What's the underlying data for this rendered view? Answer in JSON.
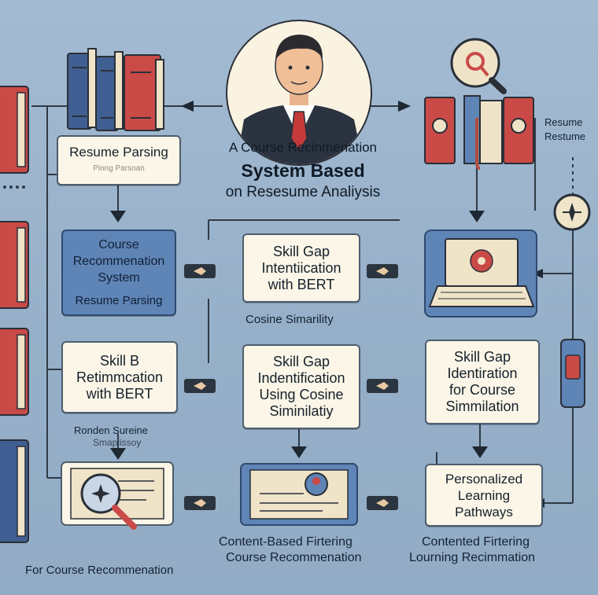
{
  "title": {
    "line1": "A Course Recinmenation",
    "line2": "System Based",
    "line3": "on Resesume Analiysis"
  },
  "left_labels": {
    "resume_parsing": "Resume Parsing",
    "resume_parsing_sub": "Pinng Parsnan"
  },
  "right_labels": {
    "resume_1": "Resume",
    "resume_2": "Restume"
  },
  "row1": {
    "course_box": [
      "Course",
      "Recommenation",
      "System",
      "Resume Parsing"
    ],
    "skill_box": [
      "Skill Gap",
      "Intentiication",
      "with BERT"
    ],
    "skill_caption": "Cosine Simarility"
  },
  "row2": {
    "left_box": [
      "Skill B",
      "Retimmcation",
      "with BERT"
    ],
    "middle_box": [
      "Skill Gap",
      "Indentification",
      "Using Cosine",
      "Siminilatiy"
    ],
    "right_box": [
      "Skill Gap",
      "Identiration",
      "for  Course",
      "Simmilation"
    ],
    "left_caption_1": "Ronden Sureine",
    "left_caption_2": "Smaplissoy"
  },
  "row3": {
    "personalized_box": [
      "Personalized",
      "Learning",
      "Pathways"
    ],
    "caption_left": "Content-Based Firtering",
    "caption_left_2": "Course Recommenation",
    "caption_right": "Contented Firtering",
    "caption_right_2": "Lourning Recimmation",
    "bottom_left": "For Course Recommenation"
  },
  "colors": {
    "background": "#9ab3cc",
    "box": "#fbf6e7",
    "box_blue": "#5f84b6",
    "book_red": "#c94a47",
    "book_blue": "#3f5f92",
    "book_cream": "#efe4c8",
    "line": "#2e3a46"
  },
  "icons": [
    "person-icon",
    "book-stack-icon",
    "magnifier-icon",
    "laptop-gear-icon",
    "compass-icon",
    "resume-card-icon",
    "profile-card-icon",
    "usb-drive-icon"
  ]
}
